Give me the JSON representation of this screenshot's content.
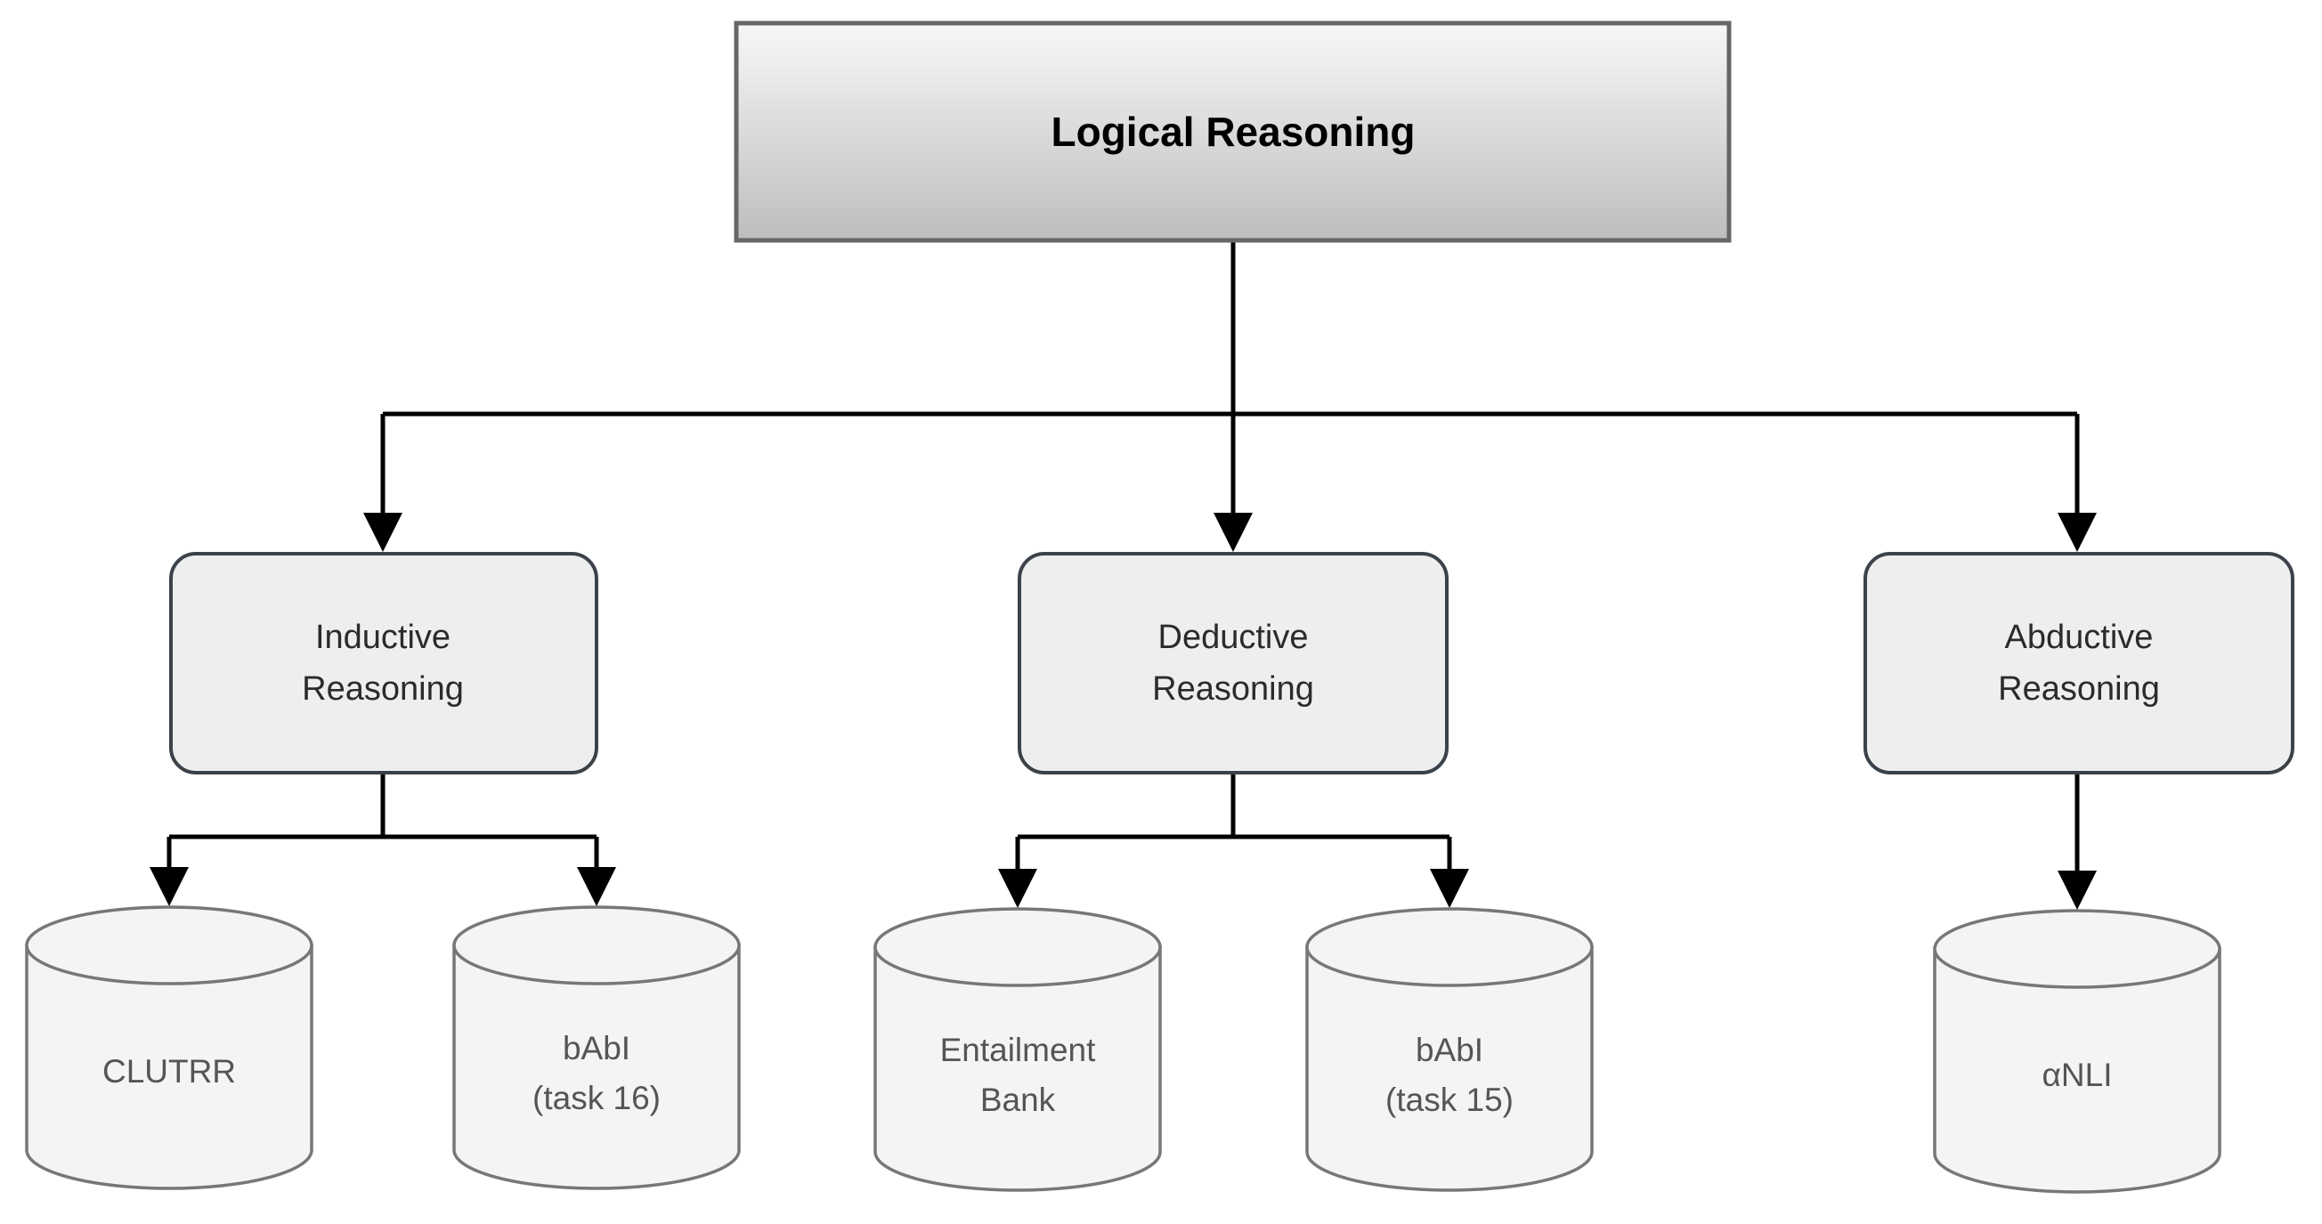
{
  "diagram": {
    "title": "Logical Reasoning taxonomy with benchmark datasets",
    "type": "hierarchy-tree",
    "colors": {
      "root_gradient_top": "#f7f7f7",
      "root_gradient_bottom": "#bdbdbd",
      "root_border": "#666666",
      "branch_fill": "#eeeeee",
      "branch_border": "#3b4249",
      "cylinder_fill": "#f4f4f4",
      "cylinder_border": "#777777",
      "connector": "#000000",
      "background": "#ffffff"
    },
    "root": {
      "label": "Logical Reasoning",
      "shape": "rectangle"
    },
    "branches": [
      {
        "id": "inductive",
        "label_line1": "Inductive",
        "label_line2": "Reasoning",
        "shape": "rounded-rectangle",
        "datasets": [
          {
            "id": "clutrr",
            "label_line1": "CLUTRR",
            "label_line2": "",
            "shape": "cylinder"
          },
          {
            "id": "babi-16",
            "label_line1": "bAbI",
            "label_line2": "(task 16)",
            "shape": "cylinder"
          }
        ]
      },
      {
        "id": "deductive",
        "label_line1": "Deductive",
        "label_line2": "Reasoning",
        "shape": "rounded-rectangle",
        "datasets": [
          {
            "id": "entailment-bank",
            "label_line1": "Entailment",
            "label_line2": "Bank",
            "shape": "cylinder"
          },
          {
            "id": "babi-15",
            "label_line1": "bAbI",
            "label_line2": "(task 15)",
            "shape": "cylinder"
          }
        ]
      },
      {
        "id": "abductive",
        "label_line1": "Abductive",
        "label_line2": "Reasoning",
        "shape": "rounded-rectangle",
        "datasets": [
          {
            "id": "anli",
            "label_line1": "αNLI",
            "label_line2": "",
            "shape": "cylinder"
          }
        ]
      }
    ]
  }
}
